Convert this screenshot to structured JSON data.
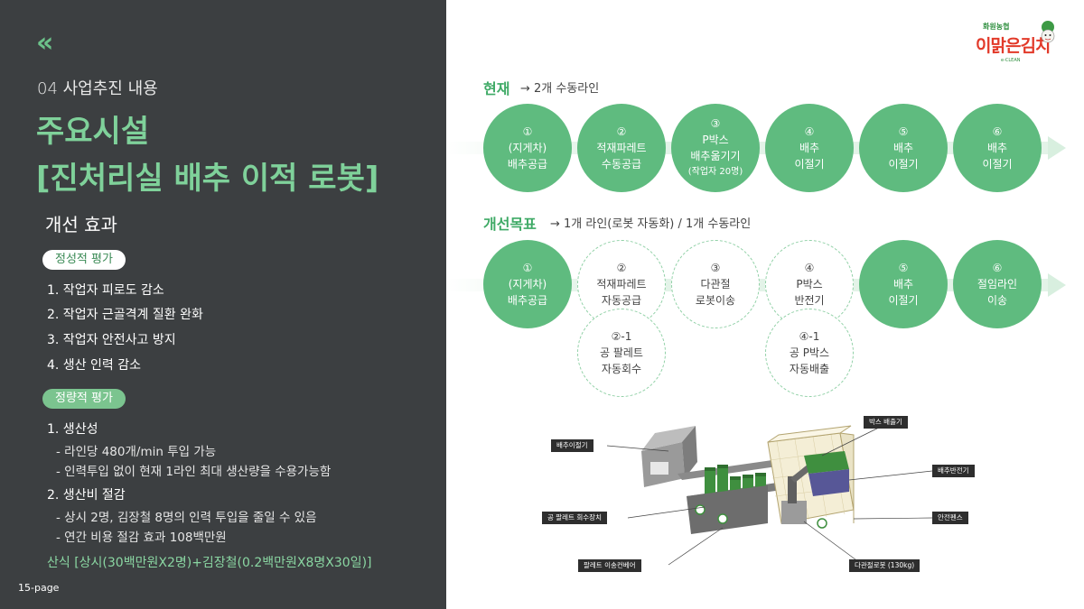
{
  "left": {
    "chevron": "«",
    "section": "04 사업추진 내용",
    "title_line1": "주요시설",
    "title_line2": "[진처리실 배추 이적 로봇]",
    "subtitle": "개선 효과",
    "qualitative_badge": "정성적 평가",
    "qualitative_items": [
      "1. 작업자 피로도 감소",
      "2. 작업자 근골격계 질환 완화",
      "3. 작업자 안전사고 방지",
      "4. 생산 인력 감소"
    ],
    "quantitative_badge": "정량적 평가",
    "q1_title": "1. 생산성",
    "q1_items": [
      "- 라인당 480개/min 투입 가능",
      "- 인력투입 없이 현재 1라인 최대 생산량을 수용가능함"
    ],
    "q2_title": "2. 생산비 절감",
    "q2_items": [
      "- 상시 2명, 김장철 8명의 인력 투입을 줄일 수 있음",
      "- 연간 비용 절감 효과 108백만원"
    ],
    "formula": "산식 [상시(30백만원X2명)+김장철(0.2백만원X8명X30일)]",
    "page": "15-page"
  },
  "logo": {
    "top": "화원농협",
    "main": "이맑은김치",
    "clean": "e-CLEAN"
  },
  "current": {
    "label": "현재",
    "desc": "→ 2개 수동라인",
    "circles": [
      {
        "num": "①",
        "l1": "(지게차)",
        "l2": "배추공급",
        "l3": ""
      },
      {
        "num": "②",
        "l1": "적재파레트",
        "l2": "수동공급",
        "l3": ""
      },
      {
        "num": "③",
        "l1": "P박스",
        "l2": "배추옮기기",
        "l3": "(작업자 20명)"
      },
      {
        "num": "④",
        "l1": "배추",
        "l2": "이절기",
        "l3": ""
      },
      {
        "num": "⑤",
        "l1": "배추",
        "l2": "이절기",
        "l3": ""
      },
      {
        "num": "⑥",
        "l1": "배추",
        "l2": "이절기",
        "l3": ""
      }
    ]
  },
  "target": {
    "label": "개선목표",
    "desc": "→ 1개 라인(로봇 자동화) / 1개 수동라인",
    "circles": [
      {
        "num": "①",
        "l1": "(지게차)",
        "l2": "배추공급"
      },
      {
        "num": "②",
        "l1": "적재파레트",
        "l2": "자동공급"
      },
      {
        "num": "③",
        "l1": "다관절",
        "l2": "로봇이송"
      },
      {
        "num": "④",
        "l1": "P박스",
        "l2": "반전기"
      },
      {
        "num": "⑤",
        "l1": "배추",
        "l2": "이절기"
      },
      {
        "num": "⑥",
        "l1": "절임라인",
        "l2": "이송"
      }
    ],
    "sub_circles": [
      {
        "num": "②-1",
        "l1": "공 팔레트",
        "l2": "자동회수"
      },
      {
        "num": "④-1",
        "l1": "공 P박스",
        "l2": "자동배출"
      }
    ]
  },
  "diagram": {
    "labels": {
      "box_out": "박스 배출기",
      "cutter": "배추이절기",
      "flipper": "배추반전기",
      "pallet_return": "공 팔레트 회수장치",
      "fence": "안전펜스",
      "conveyor": "팔레트 이송컨베어",
      "robot": "다관절로봇 (130kg)"
    }
  },
  "colors": {
    "panel": "#3c3f41",
    "accent": "#5fbb7f",
    "title": "#7fd19a"
  }
}
